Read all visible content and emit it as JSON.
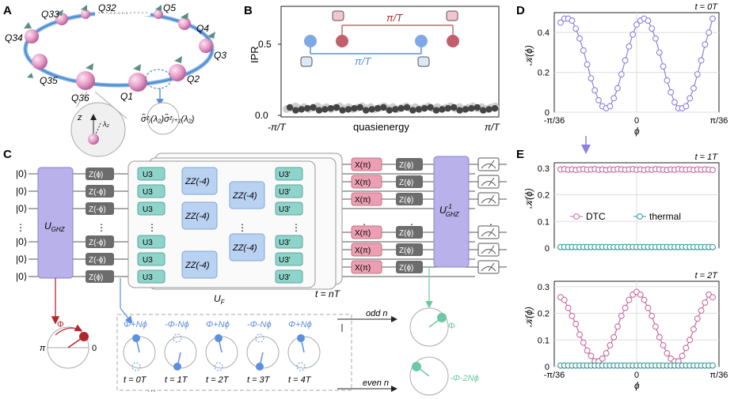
{
  "panels": {
    "A": "A",
    "B": "B",
    "C": "C",
    "D": "D",
    "E": "E"
  },
  "panel_a": {
    "qubit_labels": [
      "Q33",
      "Q32",
      "Q5",
      "Q4",
      "Q3",
      "Q2",
      "Q1",
      "Q36",
      "Q35",
      "Q34"
    ],
    "dots": "········",
    "coupling_formula": "σ̃ᶻⱼ(λ₂)σ̃ᶻⱼ₊₁(λ₂)",
    "axis_z": "z",
    "angle": "λ₂"
  },
  "panel_b": {
    "ylabel": "IPR",
    "xlabel": "quasienergy",
    "yticks": [
      "0.0",
      "0.5"
    ],
    "xticks": [
      "-π/T",
      "π/T"
    ],
    "red_label": "π/T",
    "blue_label": "π/T"
  },
  "panel_c": {
    "kets": [
      "|0⟩",
      "|0⟩",
      "|0⟩",
      "⋮",
      "|0⟩",
      "|0⟩",
      "|0⟩"
    ],
    "ughz": "U",
    "ughz_sub": "GHZ",
    "ughz_inv": "U",
    "ughz_inv_sup": "-1",
    "ughz_inv_sub": "GHZ",
    "z_phi": "Z(ϕ)",
    "z_mphi": "Z(-ϕ)",
    "u3": "U3",
    "u3p": "U3′",
    "zz": "ZZ(-4)",
    "x_pi": "X(π)",
    "vdots": "⋮",
    "uf": "U",
    "uf_sub": "F",
    "t_eq": "t = nT",
    "phi_label": "Φ",
    "pi_label": "π",
    "zero_label": "0",
    "seq_top": [
      "Φ+Nϕ",
      "-Φ-Nϕ",
      "Φ+Nϕ",
      "-Φ-Nϕ",
      "Φ+Nϕ"
    ],
    "seq_bottom": [
      "t = 0T",
      "t = 1T",
      "t = 2T",
      "t = 3T",
      "t = 4T"
    ],
    "ellipsis": "···",
    "odd": "odd n",
    "even": "even n",
    "odd_phase": "Φ",
    "even_phase": "-Φ-2Nϕ"
  },
  "chart_data": [
    {
      "type": "line",
      "panel": "D",
      "title": "t = 0T",
      "xlabel": "ϕ",
      "ylabel": "𝒦(ϕ)",
      "xlim": [
        -1,
        1
      ],
      "ylim": [
        0,
        0.5
      ],
      "xticks": [
        "-π/36",
        "0",
        "π/36"
      ],
      "yticks": [
        "0",
        "0.2",
        "0.4"
      ],
      "series": [
        {
          "color": "#8e7ee0",
          "x": [
            -1,
            -0.95,
            -0.9,
            -0.85,
            -0.8,
            -0.75,
            -0.7,
            -0.65,
            -0.6,
            -0.55,
            -0.5,
            -0.45,
            -0.4,
            -0.35,
            -0.3,
            -0.25,
            -0.2,
            -0.15,
            -0.1,
            -0.05,
            0,
            0.05,
            0.1,
            0.15,
            0.2,
            0.25,
            0.3,
            0.35,
            0.4,
            0.45,
            0.5,
            0.55,
            0.6,
            0.65,
            0.7,
            0.75,
            0.8,
            0.85,
            0.9,
            0.95,
            1
          ],
          "values": [
            0.45,
            0.47,
            0.47,
            0.46,
            0.42,
            0.37,
            0.31,
            0.24,
            0.17,
            0.11,
            0.06,
            0.03,
            0.02,
            0.03,
            0.07,
            0.12,
            0.19,
            0.26,
            0.33,
            0.39,
            0.44,
            0.46,
            0.47,
            0.46,
            0.42,
            0.37,
            0.3,
            0.23,
            0.16,
            0.1,
            0.05,
            0.02,
            0.02,
            0.03,
            0.07,
            0.12,
            0.19,
            0.26,
            0.34,
            0.4,
            0.47
          ]
        }
      ]
    },
    {
      "type": "line",
      "panel": "E-top",
      "title": "t = 1T",
      "xlabel": "",
      "ylabel": "𝒦(ϕ)",
      "xlim": [
        -1,
        1
      ],
      "ylim": [
        0,
        0.32
      ],
      "yticks": [
        "0",
        "0.1",
        "0.2",
        "0.3"
      ],
      "legend": [
        "DTC",
        "thermal"
      ],
      "series": [
        {
          "name": "DTC",
          "color": "#c86aa0",
          "values": [
            0.295,
            0.296,
            0.294,
            0.295,
            0.293,
            0.295,
            0.296,
            0.294,
            0.295,
            0.296,
            0.294,
            0.295,
            0.293,
            0.295,
            0.294,
            0.296,
            0.295,
            0.294,
            0.295,
            0.296,
            0.294,
            0.295,
            0.293,
            0.295,
            0.294,
            0.296,
            0.295,
            0.294,
            0.293,
            0.295,
            0.294,
            0.296,
            0.295,
            0.294,
            0.295,
            0.293,
            0.295,
            0.294,
            0.295,
            0.294,
            0.293
          ]
        },
        {
          "name": "thermal",
          "color": "#2e9a96",
          "values": [
            0.004,
            0.004,
            0.004,
            0.004,
            0.004,
            0.004,
            0.004,
            0.004,
            0.004,
            0.004,
            0.004,
            0.004,
            0.004,
            0.004,
            0.004,
            0.004,
            0.004,
            0.004,
            0.004,
            0.004,
            0.004,
            0.004,
            0.004,
            0.004,
            0.004,
            0.004,
            0.004,
            0.004,
            0.004,
            0.004,
            0.004,
            0.004,
            0.004,
            0.004,
            0.004,
            0.004,
            0.004,
            0.004,
            0.004,
            0.004,
            0.004
          ]
        }
      ]
    },
    {
      "type": "line",
      "panel": "E-bottom",
      "title": "t = 2T",
      "xlabel": "ϕ",
      "ylabel": "𝒦(ϕ)",
      "xlim": [
        -1,
        1
      ],
      "ylim": [
        0,
        0.32
      ],
      "xticks": [
        "-π/36",
        "0",
        "π/36"
      ],
      "yticks": [
        "0",
        "0.1",
        "0.2",
        "0.3"
      ],
      "series": [
        {
          "name": "DTC",
          "color": "#c86aa0",
          "values": [
            0.26,
            0.25,
            0.22,
            0.19,
            0.16,
            0.12,
            0.09,
            0.06,
            0.04,
            0.02,
            0.02,
            0.03,
            0.05,
            0.08,
            0.11,
            0.15,
            0.19,
            0.22,
            0.25,
            0.27,
            0.28,
            0.27,
            0.25,
            0.22,
            0.19,
            0.15,
            0.11,
            0.08,
            0.05,
            0.03,
            0.02,
            0.02,
            0.04,
            0.07,
            0.1,
            0.14,
            0.18,
            0.21,
            0.24,
            0.27,
            0.26
          ]
        },
        {
          "name": "thermal",
          "color": "#2e9a96",
          "values": [
            0.004,
            0.004,
            0.004,
            0.004,
            0.004,
            0.004,
            0.004,
            0.004,
            0.004,
            0.004,
            0.004,
            0.004,
            0.004,
            0.004,
            0.004,
            0.004,
            0.004,
            0.004,
            0.004,
            0.004,
            0.004,
            0.004,
            0.004,
            0.004,
            0.004,
            0.004,
            0.004,
            0.004,
            0.004,
            0.004,
            0.004,
            0.004,
            0.004,
            0.004,
            0.004,
            0.004,
            0.004,
            0.004,
            0.004,
            0.004,
            0.004
          ]
        }
      ]
    }
  ]
}
